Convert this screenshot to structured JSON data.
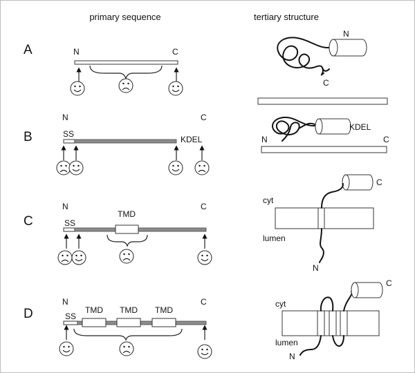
{
  "headers": {
    "primary": "primary sequence",
    "tertiary": "tertiary structure"
  },
  "rows": [
    {
      "letter": "A",
      "n": "N",
      "c": "C",
      "t_n": "N",
      "t_c": "C"
    },
    {
      "letter": "B",
      "n": "N",
      "c": "C",
      "ss": "SS",
      "kdel": "KDEL",
      "t_kdel": "KDEL",
      "t_n": "N",
      "t_c": "C"
    },
    {
      "letter": "C",
      "n": "N",
      "c": "C",
      "ss": "SS",
      "tmd": "TMD",
      "t_c": "C",
      "cyt": "cyt",
      "lumen": "lumen",
      "t_n": "N"
    },
    {
      "letter": "D",
      "n": "N",
      "c": "C",
      "ss": "SS",
      "tmd": [
        "TMD",
        "TMD",
        "TMD"
      ],
      "t_c": "C",
      "cyt": "cyt",
      "lumen": "lumen",
      "t_n": "N"
    }
  ]
}
